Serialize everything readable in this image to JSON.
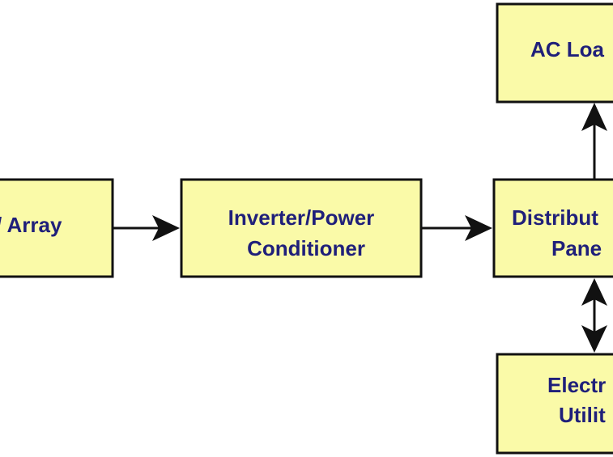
{
  "nodes": {
    "pv_array": {
      "label": "/ Array"
    },
    "inverter": {
      "line1": "Inverter/Power",
      "line2": "Conditioner"
    },
    "distribution": {
      "line1": "Distribut",
      "line2": "Pane"
    },
    "ac_load": {
      "label": "AC Loa"
    },
    "electric_utility": {
      "line1": "Electr",
      "line2": "Utilit"
    }
  },
  "colors": {
    "box_fill": "#fafaa8",
    "box_stroke": "#111111",
    "text": "#1f1f7a",
    "arrow": "#111111"
  }
}
